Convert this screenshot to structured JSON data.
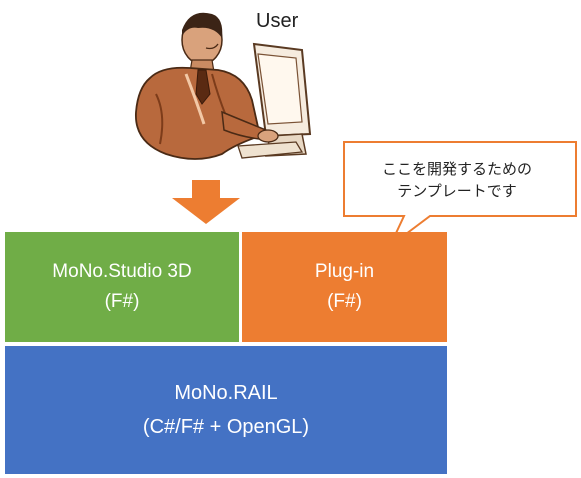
{
  "user": {
    "label": "User"
  },
  "callout": {
    "line1": "ここを開発するための",
    "line2": "テンプレートです"
  },
  "blocks": {
    "studio": {
      "title": "MoNo.Studio 3D",
      "subtitle": "(F#)"
    },
    "plugin": {
      "title": "Plug-in",
      "subtitle": "(F#)"
    },
    "rail": {
      "title": "MoNo.RAIL",
      "subtitle": "(C#/F# + OpenGL)"
    }
  },
  "colors": {
    "studio": "#70ad47",
    "plugin": "#ed7d31",
    "rail": "#4472c4",
    "arrow": "#ed7d31",
    "callout_border": "#ed7d31"
  },
  "icons": {
    "user": "person-at-computer-icon",
    "arrow": "down-arrow-icon"
  }
}
